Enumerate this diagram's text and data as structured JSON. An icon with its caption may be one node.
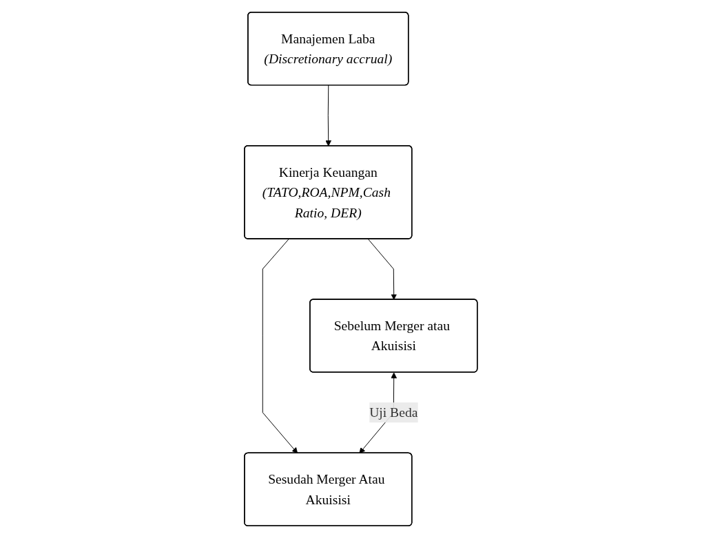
{
  "diagram": {
    "nodes": [
      {
        "text": [
          "Manajemen Laba",
          "(Discretionary accrual)"
        ]
      },
      {
        "text": [
          "Kinerja Keuangan",
          "(TATO,ROA,NPM,Cash Ratio, DER)"
        ]
      },
      {
        "text": [
          "Sebelum Merger atau Akuisisi"
        ]
      },
      {
        "text": [
          "Sesudah Merger Atau Akuisisi"
        ]
      }
    ],
    "edges": [
      {
        "from": 0,
        "to": 1,
        "arrow": "to"
      },
      {
        "from": 1,
        "to": 2,
        "arrow": "to"
      },
      {
        "from": 1,
        "to": 3,
        "arrow": "to"
      },
      {
        "from": 2,
        "to": 3,
        "arrow": "both",
        "label": "Uji Beda"
      }
    ]
  }
}
